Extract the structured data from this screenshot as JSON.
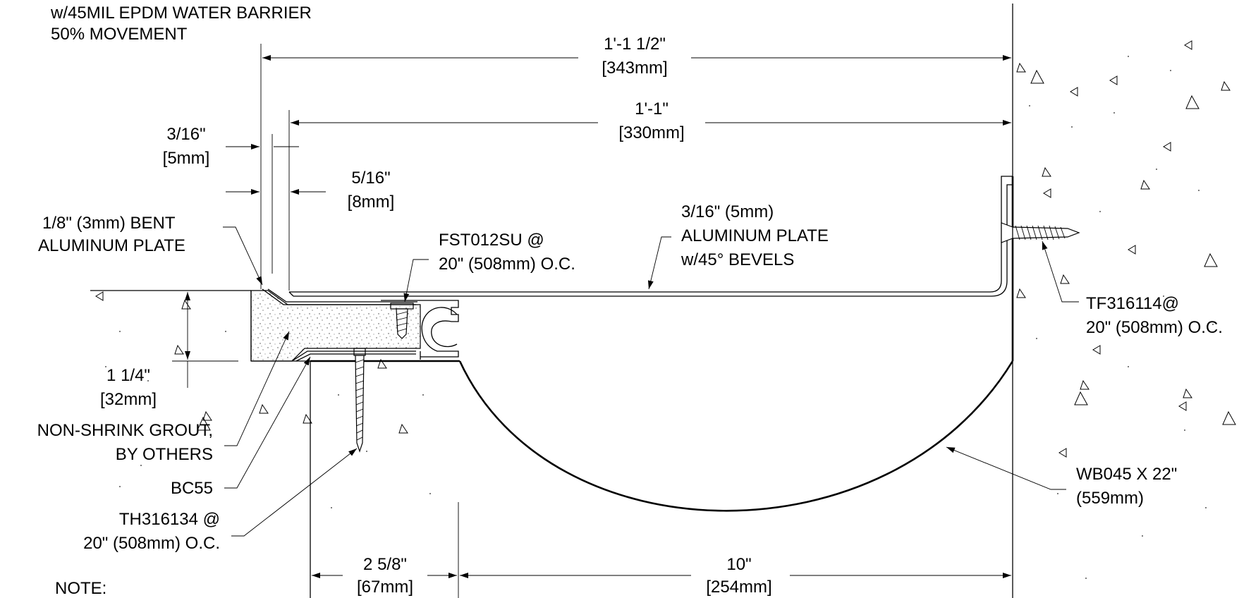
{
  "header": {
    "line1": "w/45MIL EPDM WATER BARRIER",
    "line2": "50% MOVEMENT"
  },
  "dimensions": {
    "overall": {
      "imperial": "1'-1 1/2\"",
      "metric": "[343mm]"
    },
    "inner": {
      "imperial": "1'-1\"",
      "metric": "[330mm]"
    },
    "gap_small": {
      "imperial": "3/16\"",
      "metric": "[5mm]"
    },
    "gap_plate": {
      "imperial": "5/16\"",
      "metric": "[8mm]"
    },
    "depth": {
      "imperial": "1 1/4\"",
      "metric": "[32mm]"
    },
    "flange": {
      "imperial": "2 5/8\"",
      "metric": "[67mm]"
    },
    "opening": {
      "imperial": "10\"",
      "metric": "[254mm]"
    }
  },
  "callouts": {
    "bent_plate": {
      "line1": "1/8\" (3mm) BENT",
      "line2": "ALUMINUM PLATE"
    },
    "fastener_top": {
      "line1": "FST012SU @",
      "line2": "20\" (508mm) O.C."
    },
    "cover_plate": {
      "line1": "3/16\" (5mm)",
      "line2": "ALUMINUM PLATE",
      "line3": "w/45° BEVELS"
    },
    "wall_anchor": {
      "line1": "TF316114@",
      "line2": "20\" (508mm) O.C."
    },
    "grout": {
      "line1": "NON-SHRINK GROUT,",
      "line2": "BY OTHERS"
    },
    "angle": {
      "line1": "BC55"
    },
    "floor_anchor": {
      "line1": "TH316134 @",
      "line2": "20\" (508mm) O.C."
    },
    "barrier": {
      "line1": "WB045 X 22\"",
      "line2": "(559mm)"
    }
  },
  "footer": {
    "note": "NOTE:"
  }
}
